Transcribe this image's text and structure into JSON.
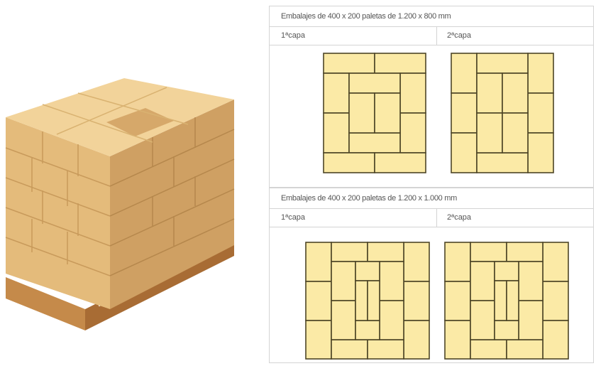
{
  "sections": [
    {
      "title": "Embalajes de 400 x 200 paletas de 1.200 x 800 mm",
      "layer1": "1ªcapa",
      "layer2": "2ªcapa"
    },
    {
      "title": "Embalajes de 400 x 200 paletas de 1.200 x 1.000 mm",
      "layer1": "1ªcapa",
      "layer2": "2ªcapa"
    }
  ],
  "colors": {
    "box_fill": "#fbeaa6",
    "box_stroke": "#4d4526",
    "cardboard_top": "#f0cf93",
    "cardboard_front": "#e2b877",
    "cardboard_side": "#c99655",
    "pallet_wood": "#c98c4c"
  }
}
